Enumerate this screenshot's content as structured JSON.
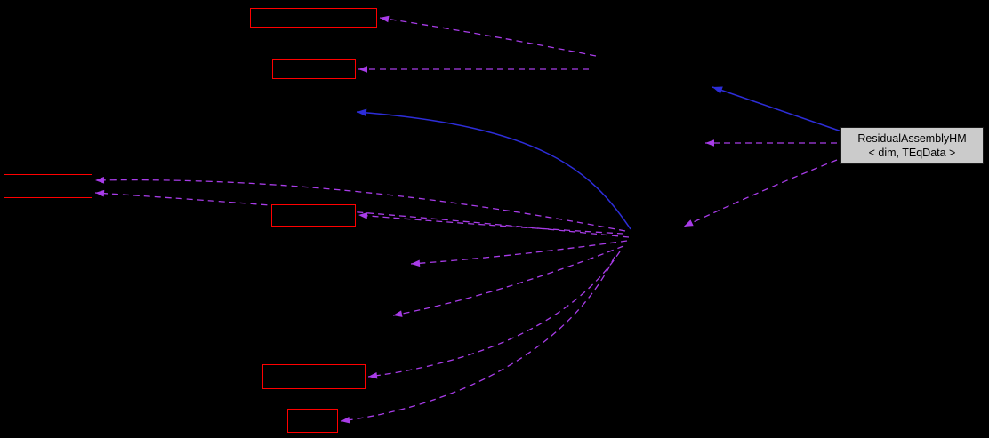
{
  "diagram": {
    "type": "doxygen-collaboration-graph",
    "background_color": "#000000",
    "node_border_color": "#ff0000",
    "node_fill_color": "#000000",
    "edge_colors": {
      "dependency_dashed": "#a83ce8",
      "inheritance_solid": "#2d2dd8"
    },
    "main_node": {
      "label_line1": "ResidualAssemblyHM",
      "label_line2": "< dim, TEqData >",
      "fill_color": "#cbcbcb",
      "text_color": "#000000"
    },
    "unlabeled_red_boxes": 6,
    "dashed_edge_count": 11,
    "solid_edge_count": 2
  }
}
